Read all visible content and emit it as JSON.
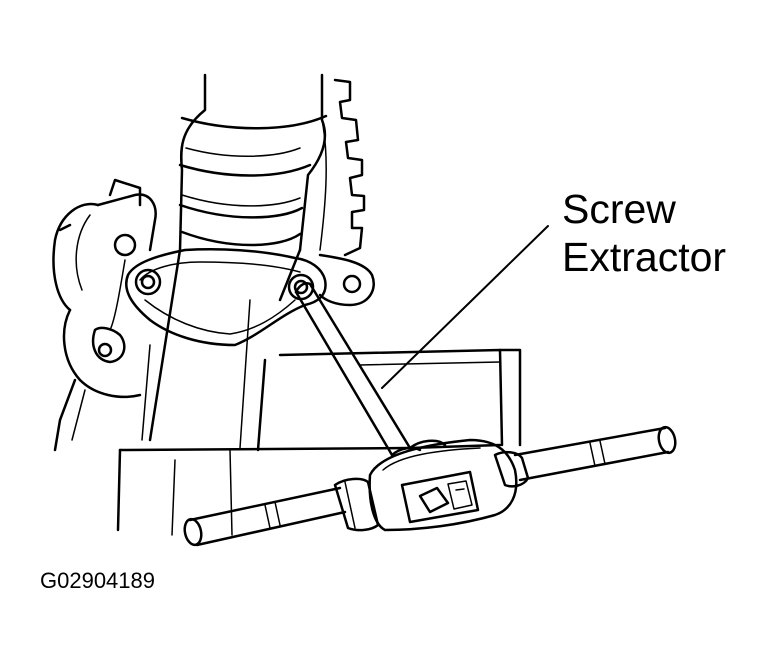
{
  "callout": {
    "line1": "Screw",
    "line2": "Extractor"
  },
  "figure_code": "G02904189",
  "colors": {
    "ink": "#000000",
    "paper": "#ffffff"
  }
}
